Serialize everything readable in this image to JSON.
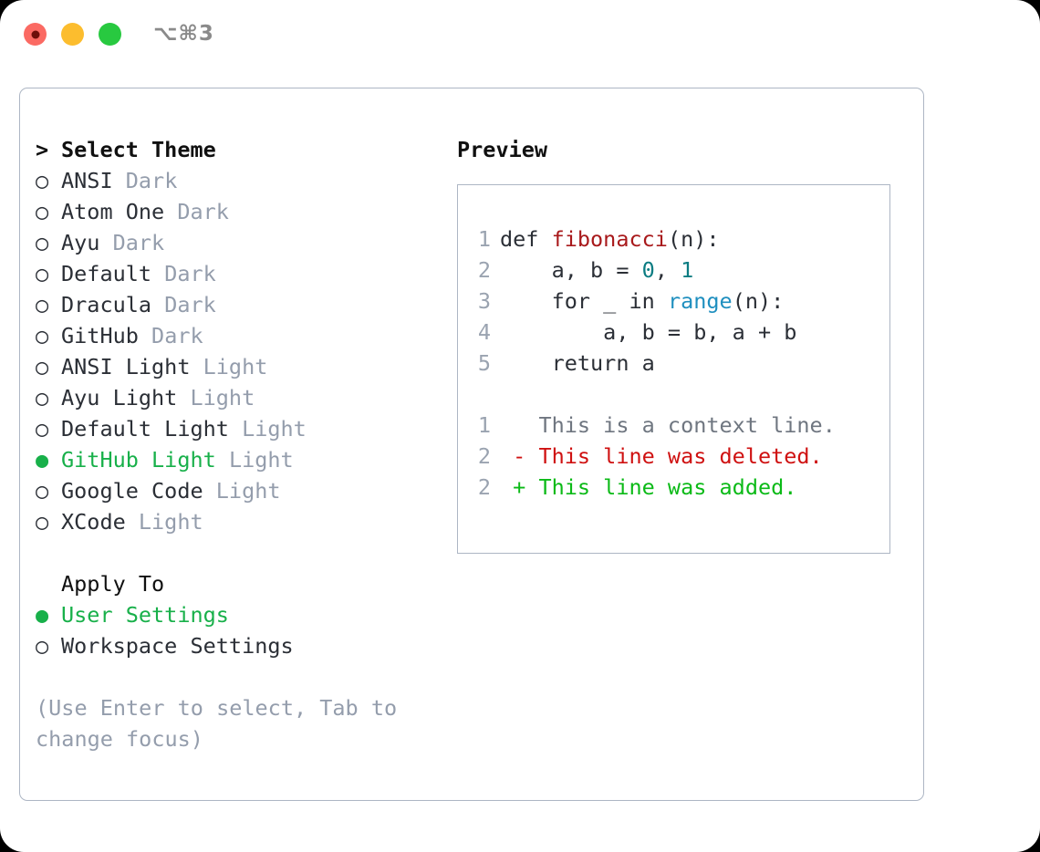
{
  "titlebar": {
    "shortcut": "⌥⌘3",
    "lights": [
      {
        "name": "close",
        "color": "#fb6a63"
      },
      {
        "name": "minimize",
        "color": "#fcbd2e"
      },
      {
        "name": "maximize",
        "color": "#28c940"
      }
    ]
  },
  "theme_picker": {
    "header": "Select Theme",
    "caret": ">",
    "marker_off": "○",
    "marker_on": "●",
    "items": [
      {
        "label": "ANSI",
        "tag": "Dark",
        "selected": false
      },
      {
        "label": "Atom One",
        "tag": "Dark",
        "selected": false
      },
      {
        "label": "Ayu",
        "tag": "Dark",
        "selected": false
      },
      {
        "label": "Default",
        "tag": "Dark",
        "selected": false
      },
      {
        "label": "Dracula",
        "tag": "Dark",
        "selected": false
      },
      {
        "label": "GitHub",
        "tag": "Dark",
        "selected": false
      },
      {
        "label": "ANSI Light",
        "tag": "Light",
        "selected": false
      },
      {
        "label": "Ayu Light",
        "tag": "Light",
        "selected": false
      },
      {
        "label": "Default Light",
        "tag": "Light",
        "selected": false
      },
      {
        "label": "GitHub Light",
        "tag": "Light",
        "selected": true
      },
      {
        "label": "Google Code",
        "tag": "Light",
        "selected": false
      },
      {
        "label": "XCode",
        "tag": "Light",
        "selected": false
      }
    ]
  },
  "apply_to": {
    "label": "Apply To",
    "items": [
      {
        "label": "User Settings",
        "selected": true
      },
      {
        "label": "Workspace Settings",
        "selected": false
      }
    ]
  },
  "hint": "(Use Enter to select, Tab to change focus)",
  "preview": {
    "title": "Preview",
    "code_lines": [
      {
        "num": "1",
        "parts": [
          {
            "text": "def ",
            "style": "plain"
          },
          {
            "text": "fibonacci",
            "style": "fn"
          },
          {
            "text": "(n):",
            "style": "plain"
          }
        ]
      },
      {
        "num": "2",
        "parts": [
          {
            "text": "    a, b = ",
            "style": "plain"
          },
          {
            "text": "0",
            "style": "num"
          },
          {
            "text": ", ",
            "style": "plain"
          },
          {
            "text": "1",
            "style": "num"
          }
        ]
      },
      {
        "num": "3",
        "parts": [
          {
            "text": "    for _ in ",
            "style": "plain"
          },
          {
            "text": "range",
            "style": "kw"
          },
          {
            "text": "(n):",
            "style": "plain"
          }
        ]
      },
      {
        "num": "4",
        "parts": [
          {
            "text": "        a, b = b, a + b",
            "style": "plain"
          }
        ]
      },
      {
        "num": "5",
        "parts": [
          {
            "text": "    return a",
            "style": "plain"
          }
        ]
      }
    ],
    "diff_lines": [
      {
        "num": "1",
        "sign": " ",
        "text": "This is a context line.",
        "kind": "context"
      },
      {
        "num": "2",
        "sign": "-",
        "text": "This line was deleted.",
        "kind": "deleted"
      },
      {
        "num": "2",
        "sign": "+",
        "text": "This line was added.",
        "kind": "added"
      }
    ]
  },
  "colors": {
    "selected_green": "#18b04a",
    "muted_grey": "#949dac",
    "border": "#adb6c4",
    "diff_deleted": "#cf1111",
    "diff_added": "#0bba17",
    "syntax_function": "#a8191b",
    "syntax_number": "#0b7c82",
    "syntax_keyword": "#1f8fbf"
  }
}
